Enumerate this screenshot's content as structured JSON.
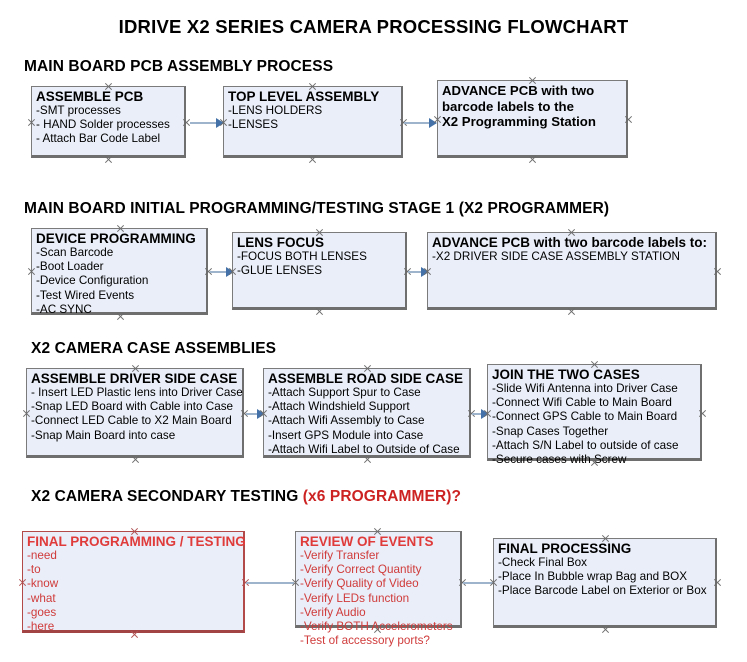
{
  "document": {
    "title": "IDRIVE X2  SERIES CAMERA PROCESSING FLOWCHART"
  },
  "colors": {
    "box_fill": "#e9eef8",
    "box_border": "#7b7b7b",
    "arrow_line": "#9db4cc",
    "arrow_head": "#4472a8",
    "accent_red": "#cc2222",
    "text": "#000000"
  },
  "sections": [
    {
      "id": "main-board-pcb-assembly-process",
      "header": "MAIN BOARD PCB ASSEMBLY PROCESS",
      "header_accent": "",
      "boxes": [
        {
          "id": "assemble-pcb",
          "title": "ASSEMBLE PCB",
          "lines": [
            "-SMT processes",
            "- HAND Solder processes",
            "- Attach Bar Code Label"
          ]
        },
        {
          "id": "top-level-assembly",
          "title": "TOP LEVEL ASSEMBLY",
          "lines": [
            "-LENS HOLDERS",
            "-LENSES"
          ]
        },
        {
          "id": "advance-pcb-to-x2-programming-station",
          "title": "",
          "bold_lines": [
            "ADVANCE PCB with two",
            "barcode labels to the",
            " X2 Programming Station"
          ],
          "lines": []
        }
      ]
    },
    {
      "id": "main-board-initial-programming-testing-stage-1",
      "header": "MAIN BOARD INITIAL PROGRAMMING/TESTING STAGE 1 (X2 PROGRAMMER)",
      "header_accent": "",
      "boxes": [
        {
          "id": "device-programming",
          "title": "DEVICE PROGRAMMING",
          "lines": [
            "-Scan Barcode",
            "-Boot Loader",
            "-Device Configuration",
            "-Test Wired Events",
            "-AC SYNC"
          ]
        },
        {
          "id": "lens-focus",
          "title": "LENS FOCUS",
          "lines": [
            "-FOCUS BOTH LENSES",
            "-GLUE LENSES"
          ]
        },
        {
          "id": "advance-pcb-to-driver-side-case-assembly",
          "title": "ADVANCE PCB with two barcode labels to:",
          "lines": [
            "-X2 DRIVER  SIDE  CASE  ASSEMBLY STATION"
          ]
        }
      ]
    },
    {
      "id": "x2-camera-case-assemblies",
      "header": "X2 CAMERA CASE ASSEMBLIES",
      "header_accent": "",
      "boxes": [
        {
          "id": "assemble-driver-side-case",
          "title": "ASSEMBLE DRIVER SIDE CASE",
          "lines": [
            "- Insert LED Plastic lens into Driver Case",
            "-Snap LED Board with Cable into Case",
            "-Connect LED Cable to X2 Main Board",
            "-Snap Main Board into case"
          ]
        },
        {
          "id": "assemble-road-side-case",
          "title": "ASSEMBLE ROAD SIDE CASE",
          "lines": [
            "-Attach Support Spur to Case",
            "-Attach Windshield Support",
            "-Attach Wifi Assembly to Case",
            "-Insert GPS Module into Case",
            "-Attach Wifi Label to Outside of Case"
          ]
        },
        {
          "id": "join-the-two-cases",
          "title": "JOIN THE TWO CASES",
          "lines": [
            "-Slide Wifi Antenna into Driver Case",
            "-Connect Wifi Cable to Main Board",
            "-Connect GPS Cable to Main Board",
            "-Snap Cases Together",
            "-Attach S/N Label to outside of case",
            "-Secure cases with Screw"
          ]
        }
      ]
    },
    {
      "id": "x2-camera-secondary-testing",
      "header": "X2 CAMERA SECONDARY TESTING ",
      "header_accent": "(x6 PROGRAMMER)?",
      "boxes": [
        {
          "id": "final-programming-testing",
          "title": "FINAL PROGRAMMING / TESTING",
          "lines": [
            "-need",
            "-to",
            "-know",
            "-what",
            "-goes",
            "-here"
          ]
        },
        {
          "id": "review-of-events",
          "title": "REVIEW OF EVENTS",
          "lines": [
            "-Verify Transfer",
            "-Verify Correct Quantity",
            "-Verify Quality of Video",
            "-Verify LEDs function",
            "-Verify Audio",
            "-Verify BOTH Accelerometers",
            "-Test of accessory ports?"
          ]
        },
        {
          "id": "final-processing",
          "title": "FINAL PROCESSING",
          "lines": [
            " -Check Final Box",
            "-Place In Bubble wrap Bag and BOX",
            "-Place Barcode Label on Exterior or Box"
          ]
        }
      ]
    }
  ]
}
